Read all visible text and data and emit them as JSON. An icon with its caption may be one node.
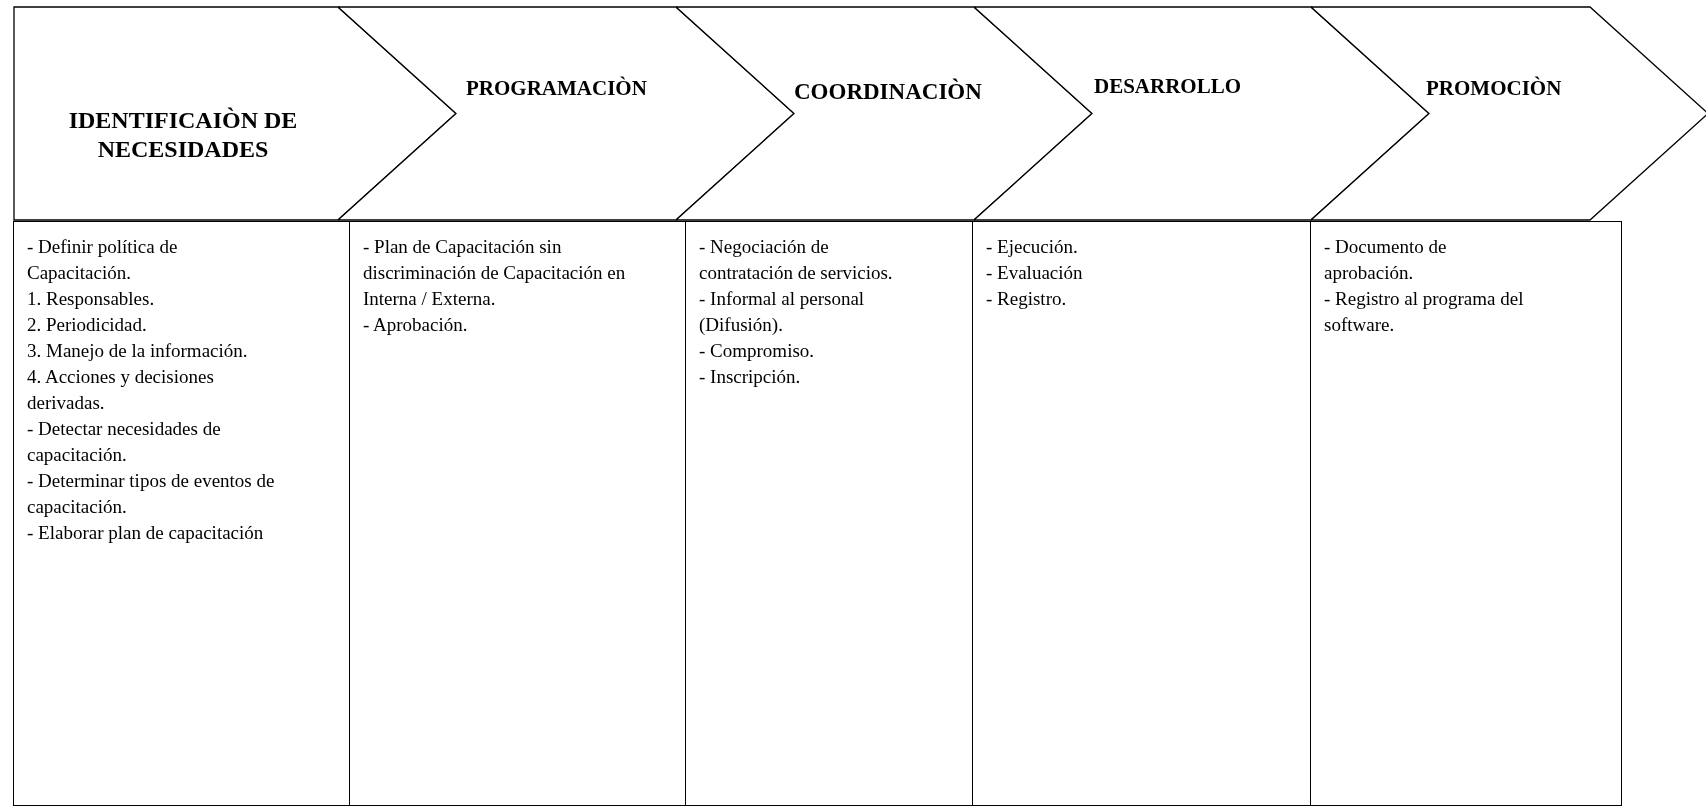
{
  "diagram": {
    "nodes": [
      {
        "text": [
          "IDENTIFICAIÒN DE NECESIDADES"
        ]
      },
      {
        "text": [
          "PROGRAMACIÒN"
        ]
      },
      {
        "text": [
          "COORDINACIÒN"
        ]
      },
      {
        "text": [
          "DESARROLLO"
        ]
      },
      {
        "text": [
          "PROMOCIÒN"
        ]
      },
      {
        "text": [
          "- Definir política de Capacitación.",
          "1. Responsables.",
          "2. Periodicidad.",
          "3. Manejo de la información.",
          "4. Acciones y decisiones derivadas.",
          "- Detectar necesidades de capacitación.",
          "- Determinar tipos de eventos de capacitación.",
          "- Elaborar plan de capacitación"
        ]
      },
      {
        "text": [
          "- Plan de Capacitación sin discriminación de Capacitación en Interna / Externa.",
          "- Aprobación."
        ]
      },
      {
        "text": [
          "- Negociación de contratación de servicios.",
          "- Informal al personal (Difusión).",
          "- Compromiso.",
          "- Inscripción."
        ]
      },
      {
        "text": [
          "- Ejecución.",
          "- Evaluación",
          "- Registro."
        ]
      },
      {
        "text": [
          "- Documento de aprobación.",
          "- Registro al programa del software."
        ]
      }
    ]
  }
}
